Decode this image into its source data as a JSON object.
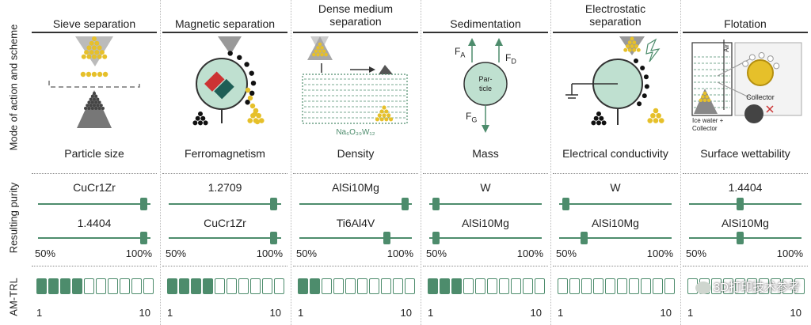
{
  "row_labels": {
    "mode": "Mode of action and scheme",
    "purity": "Resulting purity",
    "trl": "AM-TRL"
  },
  "scale": {
    "min_label": "50%",
    "max_label": "100%"
  },
  "trl_scale": {
    "min_label": "1",
    "max_label": "10"
  },
  "columns": [
    {
      "title": "Sieve separation",
      "property": "Particle size",
      "materials": [
        {
          "name": "CuCr1Zr",
          "purity_fraction": 0.97
        },
        {
          "name": "1.4404",
          "purity_fraction": 0.97
        }
      ],
      "trl": 4
    },
    {
      "title": "Magnetic separation",
      "property": "Ferromagnetism",
      "materials": [
        {
          "name": "1.2709",
          "purity_fraction": 0.96
        },
        {
          "name": "CuCr1Zr",
          "purity_fraction": 0.96
        }
      ],
      "trl": 4
    },
    {
      "title": "Dense medium separation",
      "property": "Density",
      "scheme_formula": "Na₆O₃₉W₁₂",
      "materials": [
        {
          "name": "AlSi10Mg",
          "purity_fraction": 0.97
        },
        {
          "name": "Ti6Al4V",
          "purity_fraction": 0.8
        }
      ],
      "trl": 2
    },
    {
      "title": "Sedimentation",
      "property": "Mass",
      "scheme_labels": {
        "particle": "Par-ticle",
        "fa": "F",
        "fa_sub": "A",
        "fd": "F",
        "fd_sub": "D",
        "fg": "F",
        "fg_sub": "G"
      },
      "materials": [
        {
          "name": "W",
          "purity_fraction": 0.03
        },
        {
          "name": "AlSi10Mg",
          "purity_fraction": 0.03
        }
      ],
      "trl": 3
    },
    {
      "title": "Electrostatic separation",
      "property": "Electrical conductivity",
      "materials": [
        {
          "name": "W",
          "purity_fraction": 0.03
        },
        {
          "name": "AlSi10Mg",
          "purity_fraction": 0.2
        }
      ],
      "trl": 0
    },
    {
      "title": "Flotation",
      "property": "Surface wettability",
      "scheme_labels": {
        "air": "Air",
        "collector": "Collector",
        "ice": "Ice water + Collector"
      },
      "materials": [
        {
          "name": "1.4404",
          "purity_fraction": 0.45
        },
        {
          "name": "AlSi10Mg",
          "purity_fraction": 0.45
        }
      ],
      "trl": 0
    }
  ],
  "watermark": "3D打印技术参考",
  "colors": {
    "green": "#4d8c6c",
    "gold": "#e6c02a",
    "dark": "#333333"
  }
}
